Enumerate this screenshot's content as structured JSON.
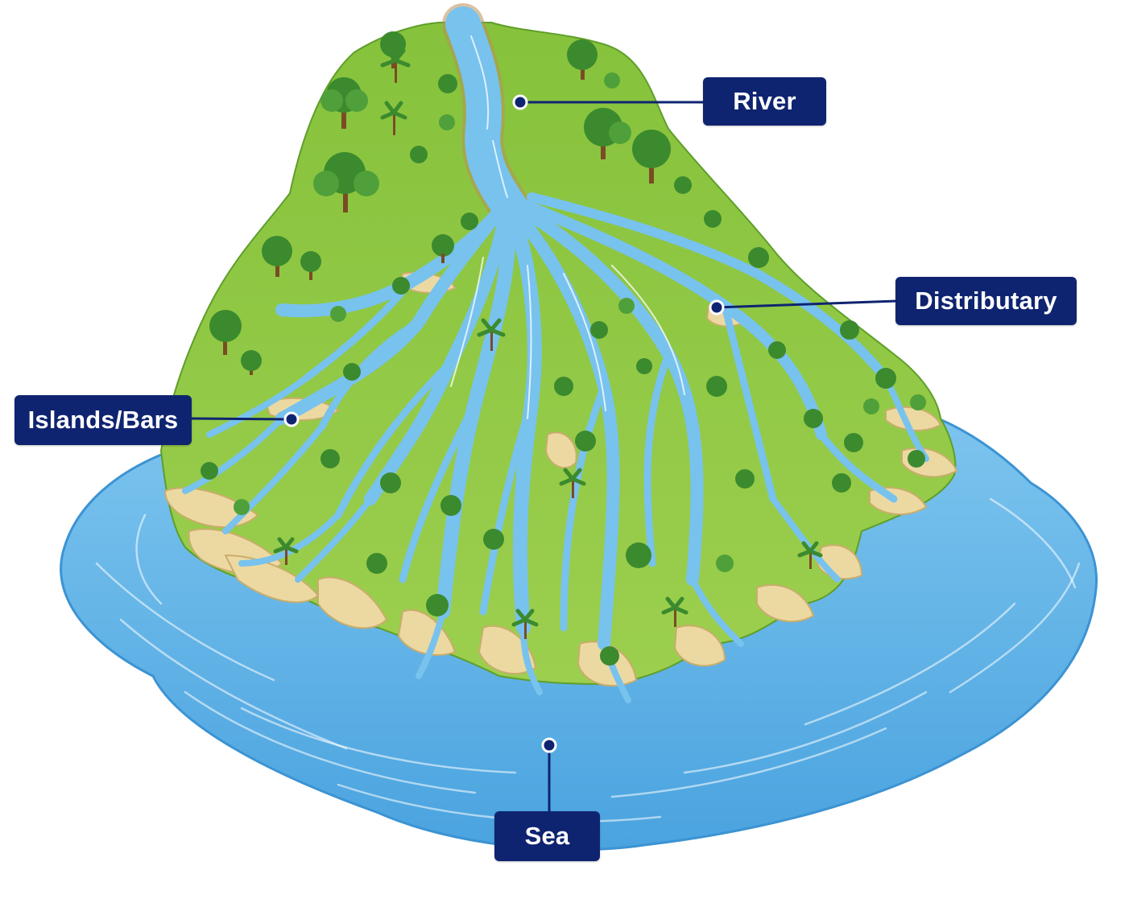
{
  "diagram": {
    "labels": {
      "river": "River",
      "distributary": "Distributary",
      "islands": "Islands/Bars",
      "sea": "Sea"
    },
    "colors": {
      "sea": "#5eb3e6",
      "sea_deep": "#3d97d6",
      "water": "#78c2ee",
      "land": "#8cc63f",
      "land_dark": "#5f9e2a",
      "sand": "#ecd9a2",
      "bank": "#b98f55",
      "tree": "#3c8a2e",
      "trunk": "#7a4b24",
      "label_bg": "#0f2470",
      "label_text": "#ffffff"
    }
  }
}
